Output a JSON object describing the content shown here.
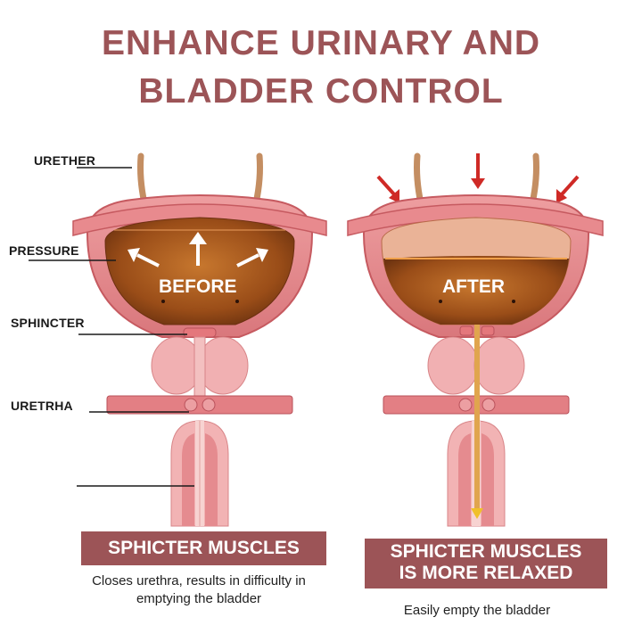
{
  "title": {
    "line1": "ENHANCE URINARY AND",
    "line2": "BLADDER CONTROL"
  },
  "colors": {
    "title": "#9c5457",
    "badge": "#9c5457",
    "tissue": "#e58b8f",
    "tissue_light": "#f2b3b4",
    "urine": "#a4561c",
    "arrow_red": "#cf2a26"
  },
  "labels": {
    "urether": "URETHER",
    "pressure": "PRESSURE",
    "sphincter": "SPHINCTER",
    "uretrha": "URETRHA"
  },
  "before": {
    "word": "BEFORE",
    "badge": "SPHICTER MUSCLES",
    "description": "Closes urethra, results in difficulty in emptying the bladder"
  },
  "after": {
    "word": "AFTER",
    "badge_line1": "SPHICTER MUSCLES",
    "badge_line2": "IS MORE RELAXED",
    "description": "Easily empty the bladder"
  }
}
